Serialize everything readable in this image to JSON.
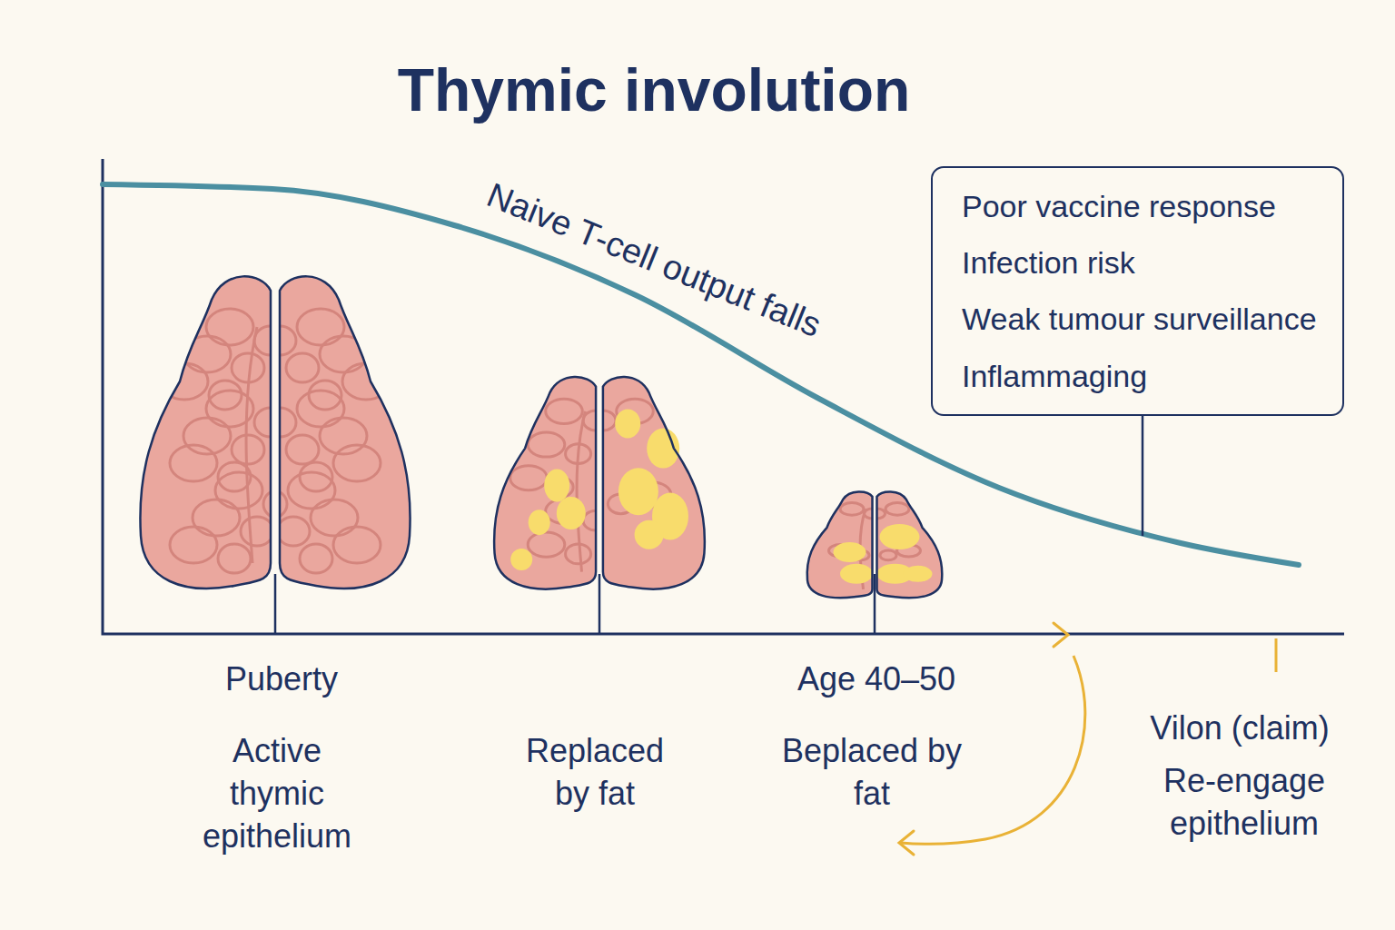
{
  "diagram": {
    "title": "Thymic involution",
    "nodes": [
      {
        "text": [
          "Poor vaccine response",
          "Infection risk",
          "Weak tumour surveillance",
          "Inflammaging"
        ]
      }
    ],
    "labels": [
      "Naive T-cell output falls",
      "Puberty",
      "Active thymic epithelium",
      "Replaced by fat",
      "Age 40–50",
      "Beplaced by fat",
      "Vilon (claim)",
      "Re-engage epithelium"
    ]
  }
}
